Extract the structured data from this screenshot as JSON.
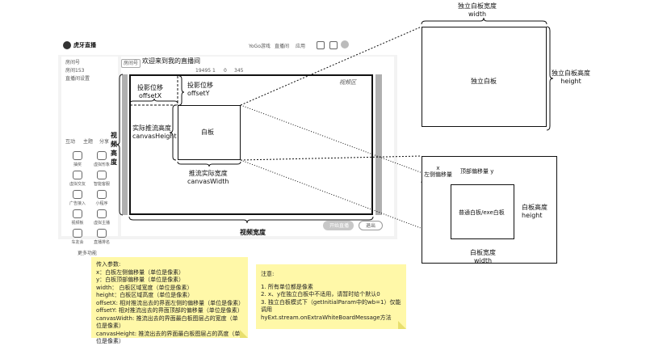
{
  "app": {
    "logo": "虎牙直播",
    "header_items": [
      "YoGo游戏",
      "直播间",
      "应用"
    ],
    "title": "欢迎来到我的直播间",
    "tab_left": "房间号",
    "room_lines": [
      "房间号",
      "房间153",
      "直播间设置"
    ],
    "stats": [
      "19495",
      "1",
      "0",
      "345"
    ],
    "stage_tag": "视频区",
    "toolbar_left": [
      "互动",
      "主题",
      "分享"
    ],
    "side_tools": [
      "抽奖",
      "虚拟形象",
      "虚拟交友",
      "智能客服",
      "广告接入",
      "小程序",
      "视频板",
      "虚拟主播",
      "车友会",
      "直播排名"
    ],
    "more_tools": "更多功能",
    "start_button": "开始直播",
    "end_button": "退出"
  },
  "labels": {
    "video_height": "视频高度",
    "video_width": "视频宽度",
    "offset_x": "投影位移\noffsetX",
    "offset_y": "投影位移\noffsetY",
    "canvas_height": "实际推流高度\ncanvasHeight",
    "whiteboard": "白板",
    "canvas_width": "推流实际宽度\ncanvasWidth",
    "standalone_width": "独立白板宽度\nwidth",
    "standalone_board": "独立白板",
    "standalone_height": "独立白板高度\nheight",
    "left_offset": "x\n左侧偏移量",
    "top_offset": "顶部偏移量 y",
    "normal_board": "普通白板/exe白板",
    "board_height": "白板高度\nheight",
    "board_width": "白板宽度\nwidth"
  },
  "note_params": {
    "title": "传入参数:",
    "lines": [
      "x：白板左侧偏移量（单位是像素）",
      "y：白板顶部偏移量（单位是像素）",
      "width： 白板区域宽度（单位是像素）",
      "height：白板区域高度（单位是像素）",
      "offsetX: 相对推流出去的界面左侧的偏移量（单位是像素）",
      "offsetY: 相对推流出去的界面顶部的偏移量（单位是像素）",
      "canvasWidth: 推流出去的界面最白板图层占的宽度（单位是像素）",
      "canvasHeight: 推流出去的界面最白板图层占的高度（单位是像素）"
    ]
  },
  "note_notice": {
    "title": "注意:",
    "lines": [
      "1. 所有单位都是像素",
      "2. x、y在独立白板中不适用，请暂时给个默认0",
      "3. 独立白板模式下（getInitialParam中的wb=1）仅能调用",
      "hyExt.stream.onExtraWhiteBoardMessage方法"
    ]
  },
  "colors": {
    "note_bg": "#fff8a8",
    "gray_bar": "#b0b0b0",
    "start_btn": "#c8c8c8"
  }
}
